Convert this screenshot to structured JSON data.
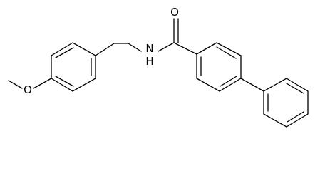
{
  "structure": {
    "atoms": {
      "o_carbonyl": "O",
      "n_amide": "N",
      "h_amide": "H",
      "o_ether": "O"
    }
  }
}
